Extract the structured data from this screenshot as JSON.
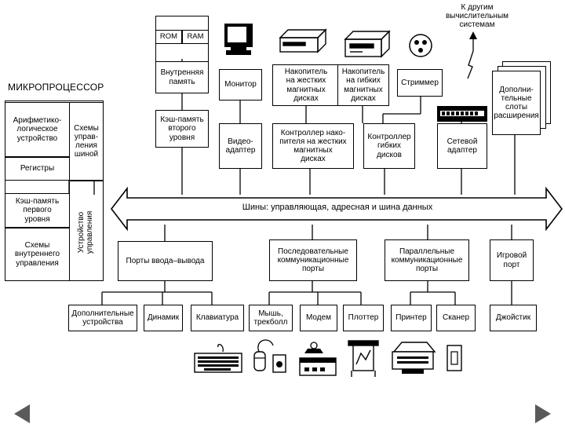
{
  "cpu": {
    "title": "МИКРОПРОЦЕССОР",
    "alu": "Арифметико-\nлогическое\nустройство",
    "control_schemes": "Схемы\nуправ-\nления\nшиной",
    "registers": "Регистры",
    "l1_cache": "Кэш-память\nпервого\nуровня",
    "internal_control": "Схемы\nвнутреннего\nуправления",
    "control_unit": "Устройство\nуправления"
  },
  "memory": {
    "rom": "ROM",
    "ram": "RAM",
    "internal_memory": "Внутренняя\nпамять",
    "l2_cache": "Кэш-память\nвторого\nуровня"
  },
  "devices": {
    "monitor": "Монитор",
    "video_adapter": "Видео-\nадаптер",
    "hdd": "Накопитель\nна жестких\nмагнитных\nдисках",
    "hdd_controller": "Контроллер нако-\nпителя на жестких\nмагнитных\nдисках",
    "fdd": "Накопитель\nна гибких\nмагнитных\nдисках",
    "fdd_controller": "Контроллер\nгибких\nдисков",
    "streamer": "Стриммер",
    "network_adapter": "Сетевой\nадаптер",
    "other_systems": "К другим\nвычислительным\nсистемам",
    "expansion_slots": "Дополни-\nтельные\nслоты\nрасширения"
  },
  "bus": {
    "label": "Шины: управляющая, адресная и шина данных"
  },
  "ports": {
    "io_ports": "Порты ввода–вывода",
    "serial_ports": "Последовательные\nкоммуникационные\nпорты",
    "parallel_ports": "Параллельные\nкоммуникационные\nпорты",
    "game_port": "Игровой\nпорт"
  },
  "peripherals": {
    "extra_devices": "Дополнительные\nустройства",
    "speaker": "Динамик",
    "keyboard": "Клавиатура",
    "mouse": "Мышь,\nтрекболл",
    "modem": "Модем",
    "plotter": "Плоттер",
    "printer": "Принтер",
    "scanner": "Сканер",
    "joystick": "Джойстик"
  },
  "colors": {
    "nav": "#5a5a5a",
    "line": "#000000"
  },
  "icons": [
    "monitor-icon",
    "hdd-icon",
    "floppy-drive-icon",
    "streamer-icon",
    "network-hub-icon",
    "lightning-icon",
    "keyboard-icon",
    "mouse-icon",
    "modem-phone-icon",
    "plotter-icon",
    "printer-icon",
    "joystick-icon",
    "arrow-left-icon",
    "arrow-right-icon"
  ]
}
